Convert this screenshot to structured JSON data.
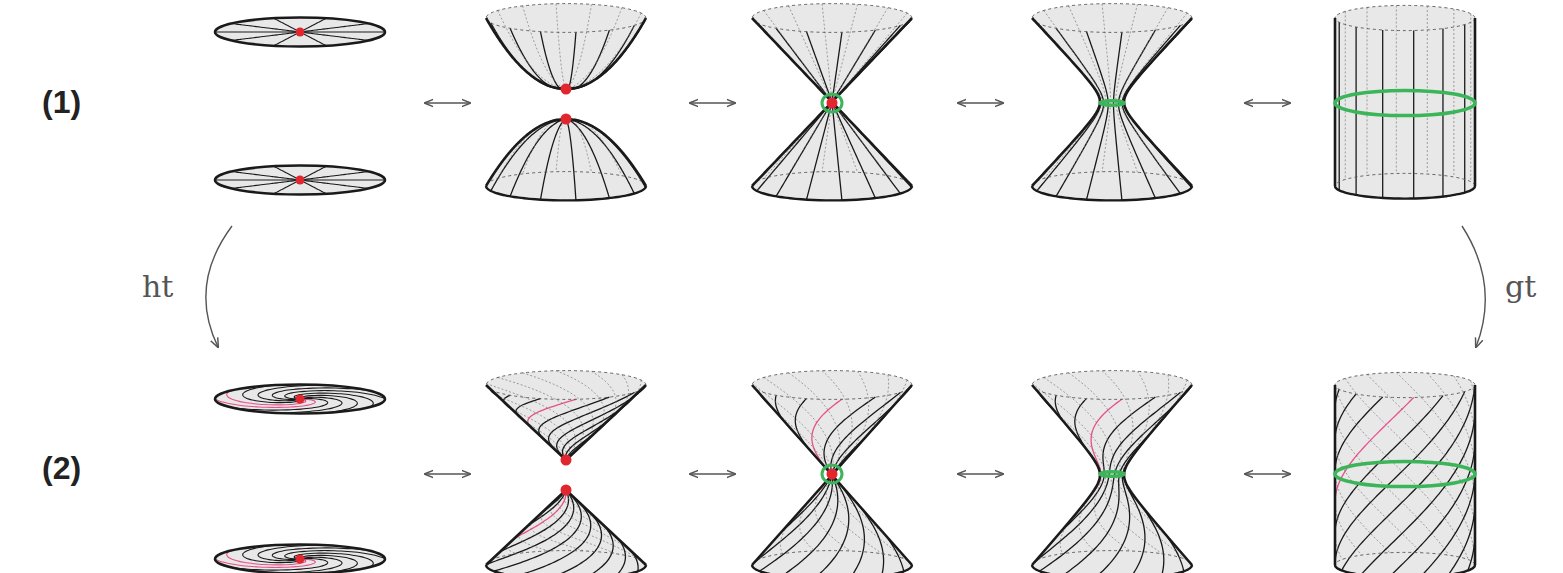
{
  "diagram": {
    "labels": [
      "(1)",
      "(2)",
      "ht",
      "gt"
    ]
  }
}
